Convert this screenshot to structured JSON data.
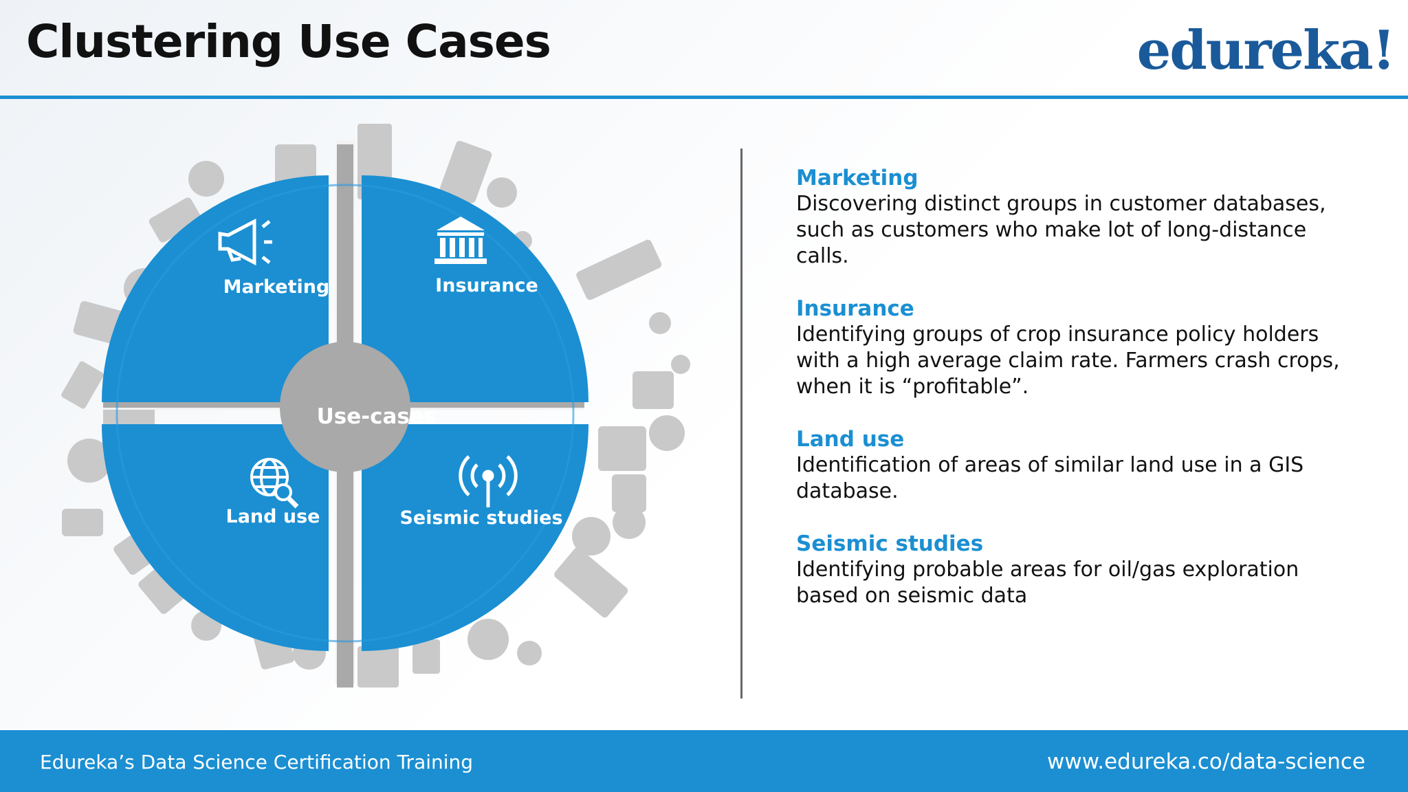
{
  "header": {
    "title": "Clustering Use Cases",
    "logo_text": "edureka!"
  },
  "diagram": {
    "center_label": "Use-cases",
    "quadrants": [
      {
        "label": "Marketing",
        "icon": "megaphone-icon"
      },
      {
        "label": "Insurance",
        "icon": "bank-icon"
      },
      {
        "label": "Land use",
        "icon": "globe-search-icon"
      },
      {
        "label": "Seismic studies",
        "icon": "antenna-icon"
      }
    ],
    "colors": {
      "quadrant": "#1b8fd2",
      "hub": "#a9a9a9",
      "background_icons": "#c8c8c8"
    }
  },
  "cases": [
    {
      "title": "Marketing",
      "description": "Discovering distinct groups in customer databases,\nsuch as customers who make lot of long-distance\ncalls."
    },
    {
      "title": "Insurance",
      "description": "Identifying groups of crop insurance policy holders\nwith a high average claim rate. Farmers crash crops,\nwhen it is “profitable”."
    },
    {
      "title": "Land use",
      "description": "Identification of areas of similar land use in a GIS\ndatabase."
    },
    {
      "title": "Seismic studies",
      "description": "Identifying probable areas for oil/gas exploration\nbased on seismic data"
    }
  ],
  "footer": {
    "left_text": "Edureka’s Data Science Certification Training",
    "url": "www.edureka.co/data-science"
  },
  "colors": {
    "accent": "#1b8fd2",
    "logo": "#1a5a9a"
  }
}
